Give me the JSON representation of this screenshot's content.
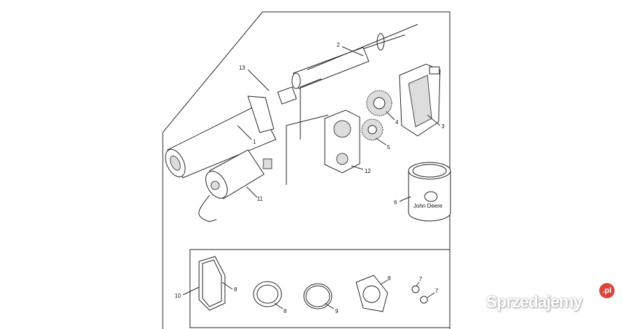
{
  "diagram": {
    "callouts": {
      "c13": "13",
      "c2": "2",
      "c1": "1",
      "c3": "3",
      "c4": "4",
      "c5": "5",
      "c12": "12",
      "c11": "11",
      "c6": "6",
      "c10": "10",
      "c8a": "8",
      "c8b": "8",
      "c9": "9",
      "c8c": "8",
      "c7a": "7",
      "c7b": "7"
    },
    "can_logo_text": "John Deere"
  },
  "watermark": {
    "brand": "Sprzedajemy",
    "tld": ".pl",
    "accent": "#d9453b"
  }
}
